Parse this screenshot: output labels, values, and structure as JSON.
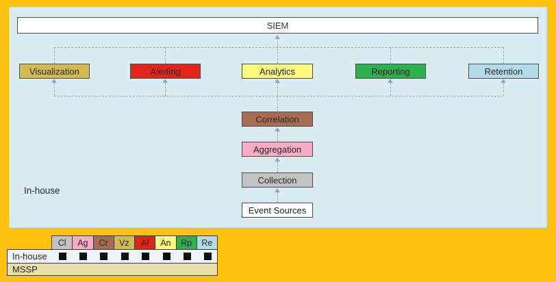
{
  "diagram": {
    "title": "SIEM",
    "deployment_label": "In-house",
    "functions": [
      {
        "label": "Visualization",
        "color": "#d3ba4c"
      },
      {
        "label": "Alerting",
        "color": "#e2231a"
      },
      {
        "label": "Analytics",
        "color": "#fbf97e"
      },
      {
        "label": "Reporting",
        "color": "#2faf4e"
      },
      {
        "label": "Retention",
        "color": "#b2dae9"
      }
    ],
    "pipeline": [
      {
        "label": "Correlation",
        "color": "#a86c50"
      },
      {
        "label": "Aggregation",
        "color": "#f9aac5"
      },
      {
        "label": "Collection",
        "color": "#c2c2c2"
      },
      {
        "label": "Event Sources",
        "color": "#ffffff"
      }
    ]
  },
  "legend": {
    "columns": [
      {
        "abbr": "Cl",
        "color": "#c2c2c2"
      },
      {
        "abbr": "Ag",
        "color": "#f9aac5"
      },
      {
        "abbr": "Cr",
        "color": "#a86c50"
      },
      {
        "abbr": "Vz",
        "color": "#d3ba4c"
      },
      {
        "abbr": "Al",
        "color": "#e2231a"
      },
      {
        "abbr": "An",
        "color": "#fbf97e"
      },
      {
        "abbr": "Rp",
        "color": "#2faf4e"
      },
      {
        "abbr": "Re",
        "color": "#b2dae9"
      }
    ],
    "rows": [
      {
        "label": "In-house",
        "color": "#eef6f9",
        "filled_columns": [
          "Cl",
          "Ag",
          "Cr",
          "Vz",
          "Al",
          "An",
          "Rp",
          "Re"
        ]
      },
      {
        "label": "MSSP",
        "color": "#e8e0a6",
        "filled_columns": []
      }
    ]
  },
  "colors": {
    "background": "#ffc20e",
    "panel": "#d9ecf2",
    "dashed_line": "#8facbd",
    "box_border": "#4a4a4a"
  }
}
